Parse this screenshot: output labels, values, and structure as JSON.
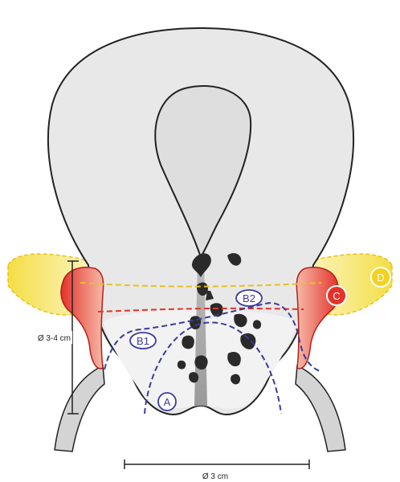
{
  "diagram": {
    "labels": {
      "height_dim": "Ø 3-4 cm",
      "width_dim": "Ø 3 cm",
      "zone_a": "A",
      "zone_b1": "B1",
      "zone_b2": "B2",
      "zone_c": "C",
      "zone_d": "D"
    },
    "colors": {
      "uterus_fill": "#e6e6e6",
      "cavity_fill": "#dcdcdc",
      "outline": "#222222",
      "zone_a": "#3a3aa0",
      "zone_b": "#3a3aa0",
      "zone_c": "#e3322a",
      "zone_d": "#f2d21e",
      "lesion": "#2a2a2a"
    }
  }
}
